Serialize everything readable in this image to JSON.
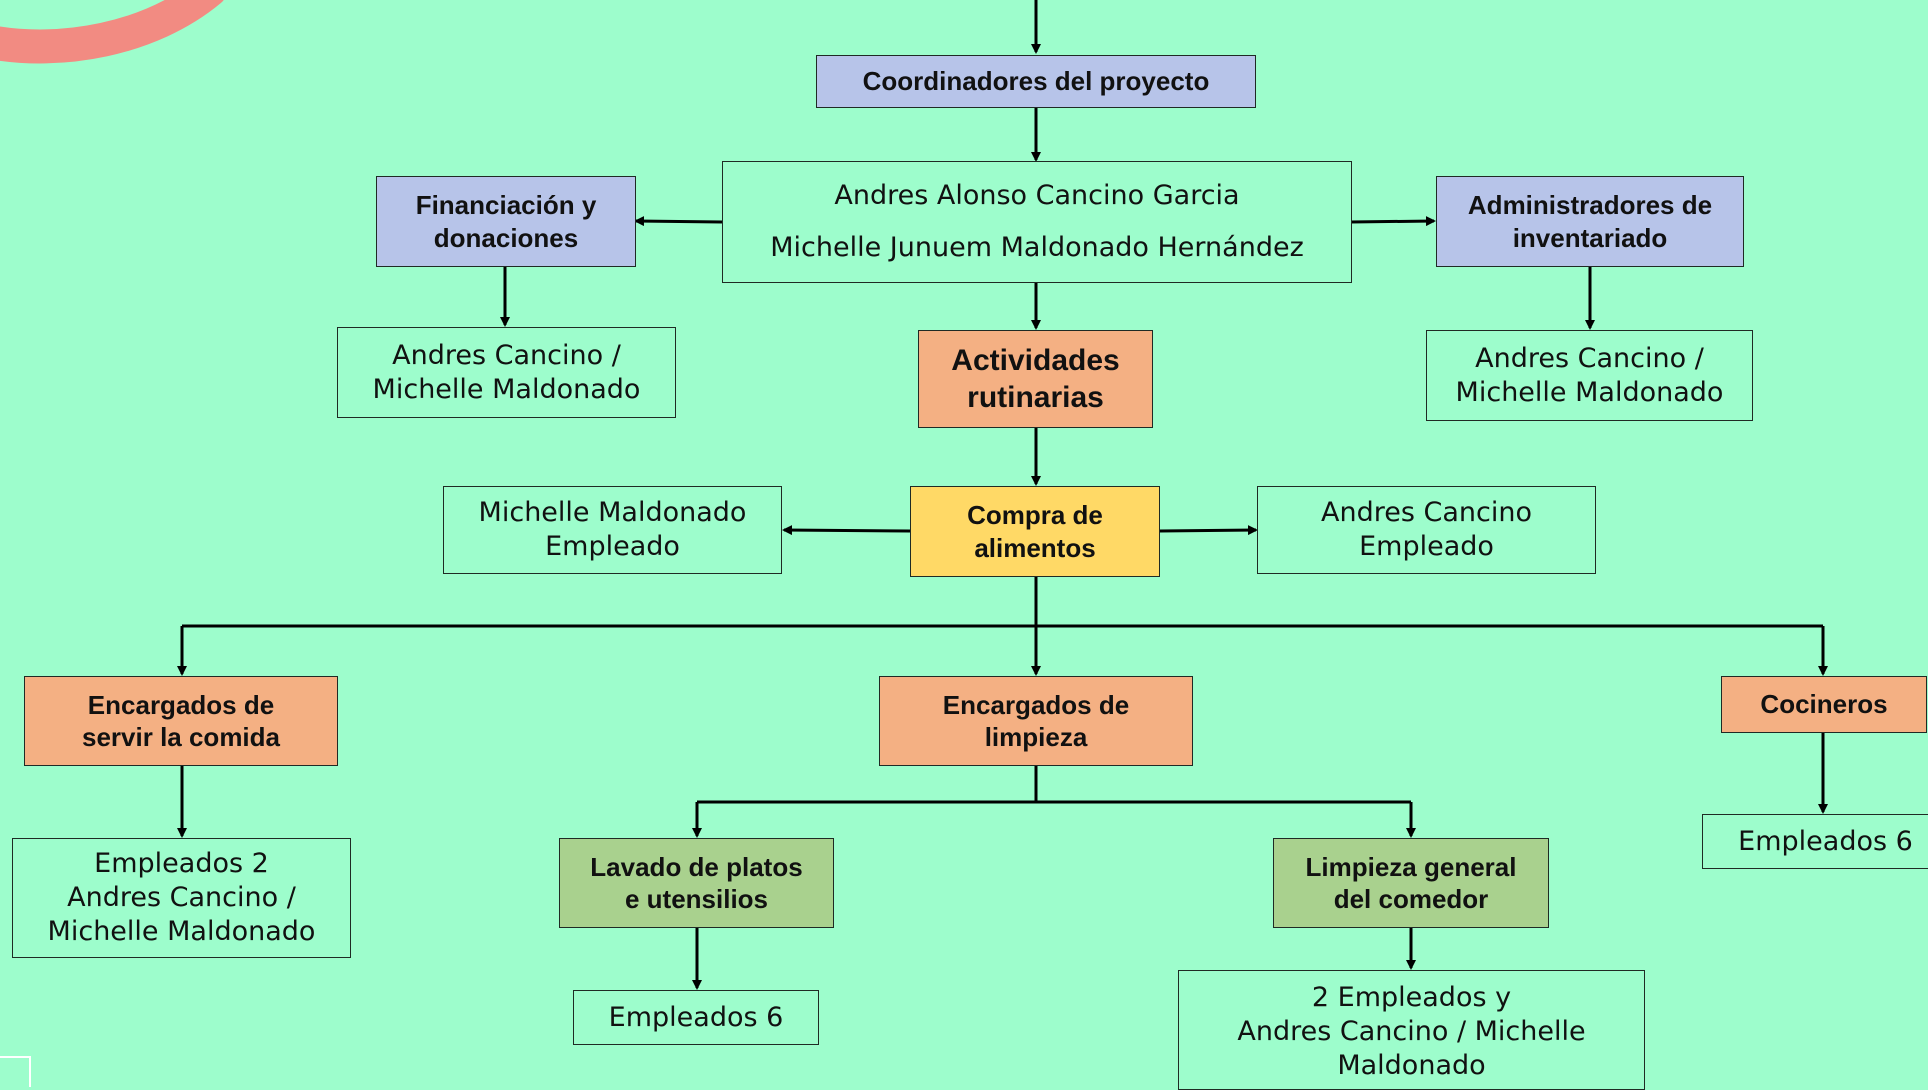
{
  "nodes": {
    "coordinadores": "Coordinadores del proyecto",
    "coord_names": [
      "Andres Alonso Cancino Garcia",
      "Michelle Junuem Maldonado Hernández"
    ],
    "financiacion": [
      "Financiación y",
      "donaciones"
    ],
    "financiacion_names": [
      "Andres Cancino /",
      "Michelle Maldonado"
    ],
    "administradores": [
      "Administradores de",
      "inventariado"
    ],
    "administradores_names": [
      "Andres Cancino /",
      "Michelle Maldonado"
    ],
    "actividades": [
      "Actividades",
      "rutinarias"
    ],
    "compra": [
      "Compra de",
      "alimentos"
    ],
    "compra_left": [
      "Michelle Maldonado",
      "Empleado"
    ],
    "compra_right": [
      "Andres Cancino",
      "Empleado"
    ],
    "servir": [
      "Encargados de",
      "servir la comida"
    ],
    "servir_names": [
      "Empleados 2",
      "Andres Cancino /",
      "Michelle Maldonado"
    ],
    "limpieza": [
      "Encargados de",
      "limpieza"
    ],
    "cocineros": "Cocineros",
    "cocineros_names": "Empleados 6",
    "lavado": [
      "Lavado de platos",
      "e utensilios"
    ],
    "lavado_names": "Empleados 6",
    "limpieza_general": [
      "Limpieza general",
      "del comedor"
    ],
    "limpieza_general_names": [
      "2 Empleados y",
      "Andres Cancino / Michelle",
      "Maldonado"
    ]
  },
  "colors": {
    "background": "#9dfdcc",
    "blue_box": "#b7c4e9",
    "orange_box": "#f4b083",
    "yellow_box": "#ffd966",
    "green_box": "#a9d18e",
    "decor_arc": "#f28b82"
  }
}
